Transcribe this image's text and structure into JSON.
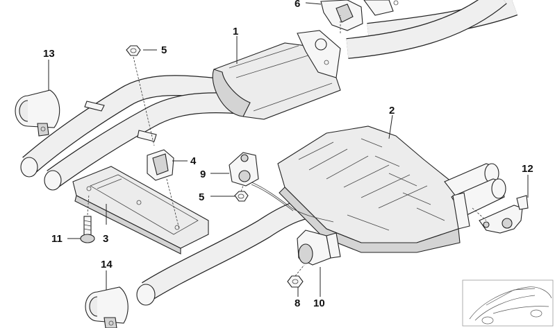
{
  "callouts": [
    {
      "id": "1",
      "label": "1"
    },
    {
      "id": "2",
      "label": "2"
    },
    {
      "id": "3",
      "label": "3"
    },
    {
      "id": "4",
      "label": "4"
    },
    {
      "id": "5a",
      "label": "5"
    },
    {
      "id": "5b",
      "label": "5"
    },
    {
      "id": "6",
      "label": "6"
    },
    {
      "id": "8",
      "label": "8"
    },
    {
      "id": "9",
      "label": "9"
    },
    {
      "id": "10",
      "label": "10"
    },
    {
      "id": "11",
      "label": "11"
    },
    {
      "id": "12",
      "label": "12"
    },
    {
      "id": "13",
      "label": "13"
    },
    {
      "id": "14",
      "label": "14"
    }
  ],
  "colors": {
    "background": "#ffffff",
    "line": "#222222",
    "fill": "#ececec"
  }
}
